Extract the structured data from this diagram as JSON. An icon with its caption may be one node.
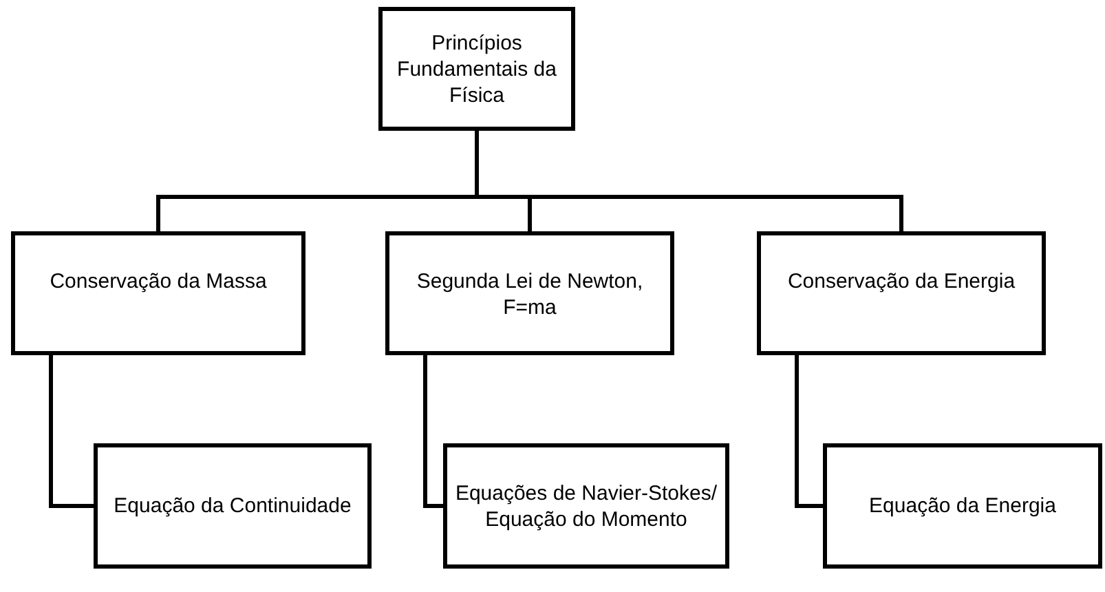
{
  "diagram": {
    "nodes": [
      {
        "text": [
          "Princípios Fundamentais da Física"
        ]
      },
      {
        "text": [
          "Conservação da Massa"
        ]
      },
      {
        "text": [
          "Segunda Lei de Newton, F=ma"
        ]
      },
      {
        "text": [
          "Conservação da Energia"
        ]
      },
      {
        "text": [
          "Equação da Continuidade"
        ]
      },
      {
        "text": [
          "Equações de Navier-Stokes/ Equação do Momento"
        ]
      },
      {
        "text": [
          "Equação da Energia"
        ]
      }
    ],
    "edges": [
      {
        "from": 0,
        "to": 1,
        "arrow": "none"
      },
      {
        "from": 0,
        "to": 2,
        "arrow": "none"
      },
      {
        "from": 0,
        "to": 3,
        "arrow": "none"
      },
      {
        "from": 1,
        "to": 4,
        "arrow": "none"
      },
      {
        "from": 2,
        "to": 5,
        "arrow": "none"
      },
      {
        "from": 3,
        "to": 6,
        "arrow": "none"
      }
    ]
  }
}
